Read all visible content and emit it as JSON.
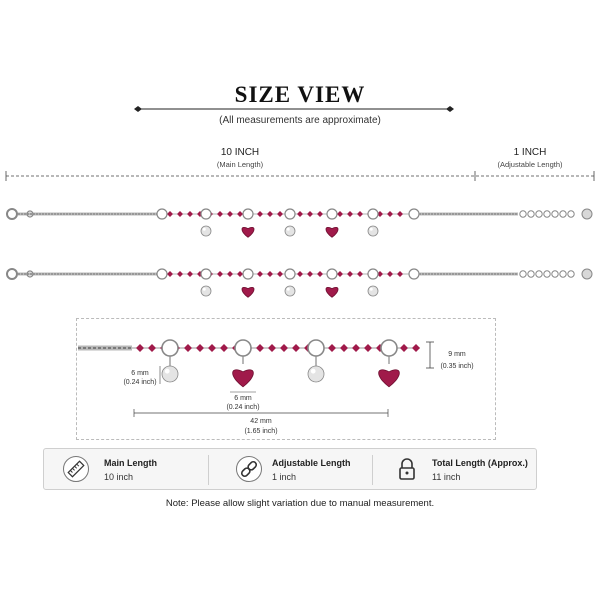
{
  "header": {
    "title": "SIZE VIEW",
    "subtitle": "(All measurements are approximate)"
  },
  "length_labels": {
    "main_value": "10 INCH",
    "main_caption": "(Main Length)",
    "adjust_value": "1 INCH",
    "adjust_caption": "(Adjustable Length)"
  },
  "detail": {
    "height_mm": "9 mm",
    "height_in": "(0.35 inch)",
    "bead_mm": "6 mm",
    "bead_in": "(0.24 inch)",
    "heart_mm": "6 mm",
    "heart_in": "(0.24 inch)",
    "span_mm": "42 mm",
    "span_in": "(1.65 inch)"
  },
  "specs": [
    {
      "icon": "ruler-icon",
      "label": "Main Length",
      "value": "10 inch"
    },
    {
      "icon": "chain-link-icon",
      "label": "Adjustable Length",
      "value": "1 inch"
    },
    {
      "icon": "lock-icon",
      "label": "Total Length (Approx.)",
      "value": "11 inch"
    }
  ],
  "note": "Note: Please allow slight variation due to manual measurement.",
  "colors": {
    "gem": "#a01a4a",
    "silver": "#b8b8b8",
    "text": "#222222"
  }
}
